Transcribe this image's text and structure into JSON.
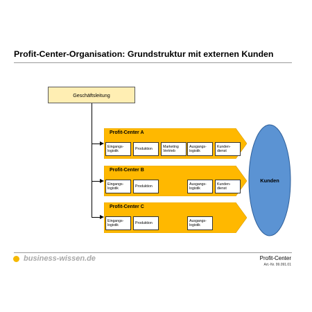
{
  "title": "Profit-Center-Organisation: Grundstruktur mit externen Kunden",
  "management": "Geschäftsleitung",
  "profit_centers": [
    {
      "name": "Profit-Center A",
      "boxes": [
        "Eingangs-\nlogistik",
        "Produktion",
        "Marketing\nVertrieb",
        "Ausgangs-\nlogistik",
        "Kunden-\ndienst"
      ]
    },
    {
      "name": "Profit-Center B",
      "boxes": [
        "Eingangs-\nlogistik",
        "Produktion",
        "Ausgangs-\nlogistik",
        "Kunden-\ndienst"
      ]
    },
    {
      "name": "Profit-Center C",
      "boxes": [
        "Eingangs-\nlogistik",
        "Produktion",
        "Ausgangs-\nlogistik"
      ]
    }
  ],
  "customers": "Kunden",
  "footer": {
    "brand": "business-wissen.de",
    "title": "Profit-Center",
    "art_nr": "Art.-Nr. 99.091.01"
  },
  "colors": {
    "profit_center_fill": "#ffb800",
    "management_fill": "#ffeeb3",
    "customers_fill": "#5b93d3",
    "brand_dot": "#f5b800"
  }
}
